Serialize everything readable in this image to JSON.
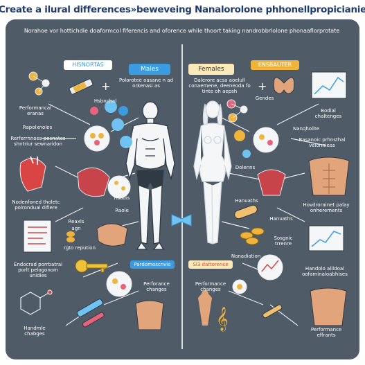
{
  "header": {
    "title": "Create a ilural differences»beweveing Nanalorolone phhonellpropicianie",
    "subtitle": "Norahoe vor hottichdle doaformcol fiferencis and oforence while thoort taking nandrobbrlolone phonaaflorprotate"
  },
  "left_panel": {
    "tag": "HISNORTAS",
    "heading": "Males",
    "labels": {
      "top_caption": "Polorotee oasane n ad orkenasi as",
      "hormone": "Hsbnchal",
      "performance": "Performancal eranas",
      "reactions": "Rapolxnoles",
      "physio": "Rerferrnnoes posnates shntriur sewnaridon",
      "cardio": "Nodenfoned tholetc polrondual difiere",
      "rsadis": "Rsadis",
      "racis": "Raole",
      "kind": "Reaxls",
      "agn": "agn",
      "repution": "rgto repution",
      "endocrine": "Endocrad porrbatrai porlt pelogonom unidies",
      "bottom_badge": "Pardomoscnvio",
      "performance_changes": "Perforance changes",
      "hormonal": "Handmle chabges"
    }
  },
  "right_panel": {
    "tag": "ENSBAUTER",
    "heading": "Females",
    "labels": {
      "top_caption": "Dalerore acsa aoelull conaemene, deeneoda fo tinte oh aepsh",
      "gender": "Gendes",
      "bodial": "Bodial chaltenges",
      "nanopholite": "Nanqholite",
      "endocrine": "Rasanoic prhnsthal velonnieas",
      "bolenns": "Dolenns",
      "hanuaths": "Hanuaths",
      "horclonen": "Hovdrorainet palay onherements",
      "sosgnic": "Sosgnic trrenre",
      "nanadate": "Nanadiation",
      "handlo": "Handolo alildoal oofaminaloabhises",
      "bottom_badge": "SI3 dattorence",
      "performance_changes": "Performance changes",
      "performance_effects": "Performance effrants"
    }
  },
  "colors": {
    "panel_bg": "#4f5b66",
    "male_accent": "#3b9be0",
    "female_accent": "#f0b43c",
    "title_color": "#1f3c6e"
  }
}
